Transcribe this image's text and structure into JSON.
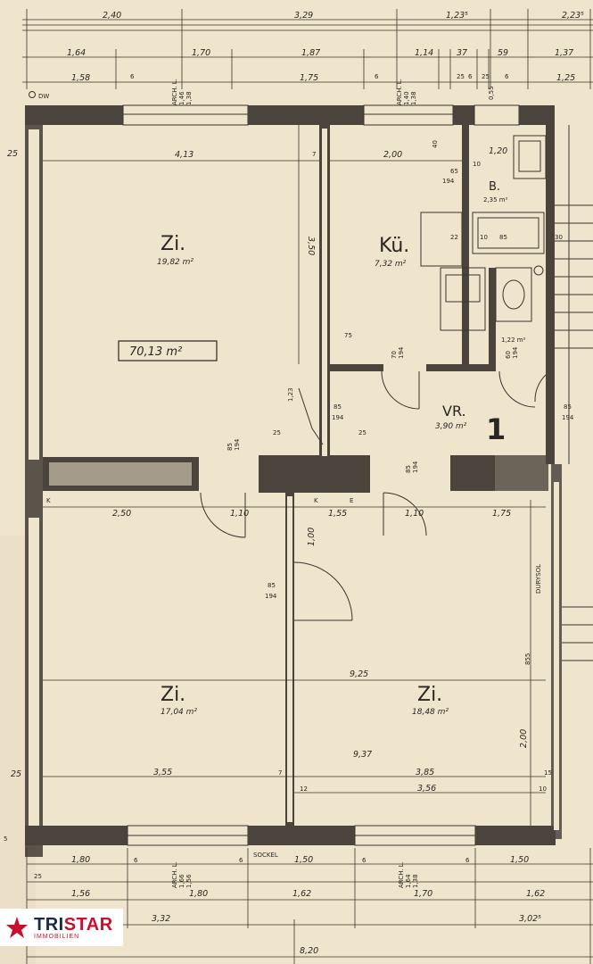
{
  "dims_top_row1": [
    "2,40",
    "3,29",
    "1,23⁵",
    "2,23⁵"
  ],
  "dims_top_row2": [
    "1,64",
    "1,70",
    "1,87",
    "1,14",
    "37",
    "59",
    "1,37"
  ],
  "dims_top_row3": [
    "1,58",
    "6",
    "1,75",
    "6",
    "25",
    "6",
    "25",
    "6",
    "1,25"
  ],
  "arch_top_left": [
    "ARCH. L.",
    "1,46",
    "1,38"
  ],
  "arch_top_right": [
    "ARCH. L.",
    "1,40",
    "1,38"
  ],
  "arch_small": "0,55",
  "dw": "DW",
  "left_margin_25": "25",
  "room_zi1": {
    "name": "Zi.",
    "area": "19,82 m²"
  },
  "room_kue": {
    "name": "Kü.",
    "area": "7,32 m²"
  },
  "room_b": {
    "name": "B.",
    "area": "2,35 m²"
  },
  "room_wc": {
    "area": "1,22 m²"
  },
  "room_vr": {
    "name": "VR.",
    "area": "3,90 m²"
  },
  "room_zi2": {
    "name": "Zi.",
    "area": "17,04 m²"
  },
  "room_zi3": {
    "name": "Zi.",
    "area": "18,48 m²"
  },
  "total_area": "70,13 m²",
  "unit_number": "1",
  "inner_dims": {
    "d413": "4,13",
    "d200": "2,00",
    "d120": "1,20",
    "d350": "3,50",
    "d7": "7",
    "d40": "40",
    "d65": "65",
    "d194a": "194",
    "d10": "10",
    "d22": "22",
    "d10b": "10",
    "d85": "85",
    "d30": "30",
    "d75": "75",
    "d70": "70",
    "d194b": "194",
    "d60": "60",
    "d194c": "194",
    "d123": "1,23",
    "d85b": "85",
    "d194d": "194",
    "d25a": "25",
    "d25b": "25",
    "d85c": "85",
    "d194e": "194",
    "d85d": "85",
    "d194f": "194",
    "d85e": "85",
    "d194g": "194"
  },
  "mid_dims": [
    "K",
    "2,50",
    "1,10",
    "K",
    "E",
    "1,55",
    "1,10",
    "1,75"
  ],
  "mid_dim2": "1,00",
  "door_lower": [
    "85",
    "194"
  ],
  "dursol": "DURYSOL",
  "d855": "855",
  "d925": "9,25",
  "d937": "9,37",
  "d200b": "2,00",
  "bottom_inner": [
    "25",
    "3,55",
    "7",
    "3,85",
    "15",
    "12",
    "3,56",
    "10"
  ],
  "bottom_ext_row1": [
    "1,80",
    "6",
    "6",
    "SOCKEL",
    "1,50",
    "6",
    "6",
    "1,50"
  ],
  "arch_bot_left": [
    "ARCH. L.",
    "1,66",
    "1,56"
  ],
  "arch_bot_right": [
    "ARCH. L.",
    "1,64",
    "1,38"
  ],
  "bottom_ext_row2": [
    "25",
    "1,56",
    "1,80",
    "1,62",
    "1,70",
    "1,62"
  ],
  "bottom_ext_row3": [
    "3,32",
    "3,02⁵"
  ],
  "bottom_total": "8,20",
  "left_5": "5",
  "logo": {
    "brand_a": "TRI",
    "brand_b": "STAR",
    "sub": "IMMOBILIEN"
  }
}
